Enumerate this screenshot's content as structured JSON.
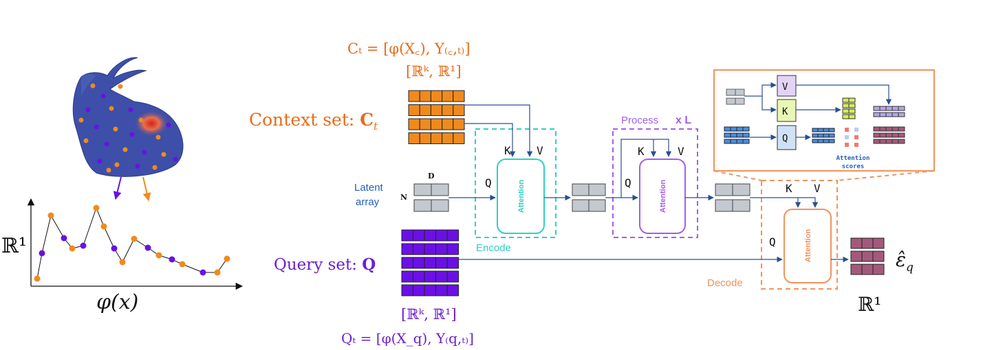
{
  "colors": {
    "context": "#f08a1c",
    "context_text": "#e86b1a",
    "query": "#6a10e6",
    "query_text": "#6b1fd0",
    "latent": "#c4c8cf",
    "encode": "#30cfc2",
    "process": "#a35ee8",
    "decode": "#f0935a",
    "arrow": "#2a4f8f",
    "latent_label": "#1f5fbf",
    "output": "#a35a7a",
    "value_box": "#e3d4f6",
    "key_box": "#e9f7b4",
    "query_box": "#cfe2f5"
  },
  "left_panel": {
    "illustration": "stanford-bunny-with-sampled-points",
    "axis_y_label": "ℝ¹",
    "axis_x_label": "φ(x)"
  },
  "context": {
    "label": "Context set: ",
    "symbol": "C",
    "subscript": "t",
    "formula": "Cₜ = [φ(X꜀), Y₍꜀,ₜ₎]",
    "space": "[ℝᵏ, ℝ¹]"
  },
  "query": {
    "label": "Query set: ",
    "symbol": "Q",
    "formula": "Qₜ = [φ(X_q), Y₍q,ₜ₎]",
    "space": "[ℝᵏ, ℝ¹]"
  },
  "latent": {
    "label_line1": "Latent",
    "label_line2": "array",
    "dim_d": "D",
    "dim_n": "N"
  },
  "encode": {
    "title": "Encode",
    "block": "Attention",
    "q": "Q",
    "k": "K",
    "v": "V"
  },
  "process": {
    "title": "Process",
    "repeat": "x L",
    "block": "Attention",
    "q": "Q",
    "k": "K",
    "v": "V"
  },
  "decode": {
    "title": "Decode",
    "block": "Attention",
    "q": "Q",
    "k": "K",
    "v": "V"
  },
  "output": {
    "symbol": "ε̂",
    "subscript": "q",
    "space": "ℝ¹"
  },
  "inset": {
    "v": "V",
    "k": "K",
    "q": "Q",
    "scores_line1": "Attention",
    "scores_line2": "scores"
  }
}
